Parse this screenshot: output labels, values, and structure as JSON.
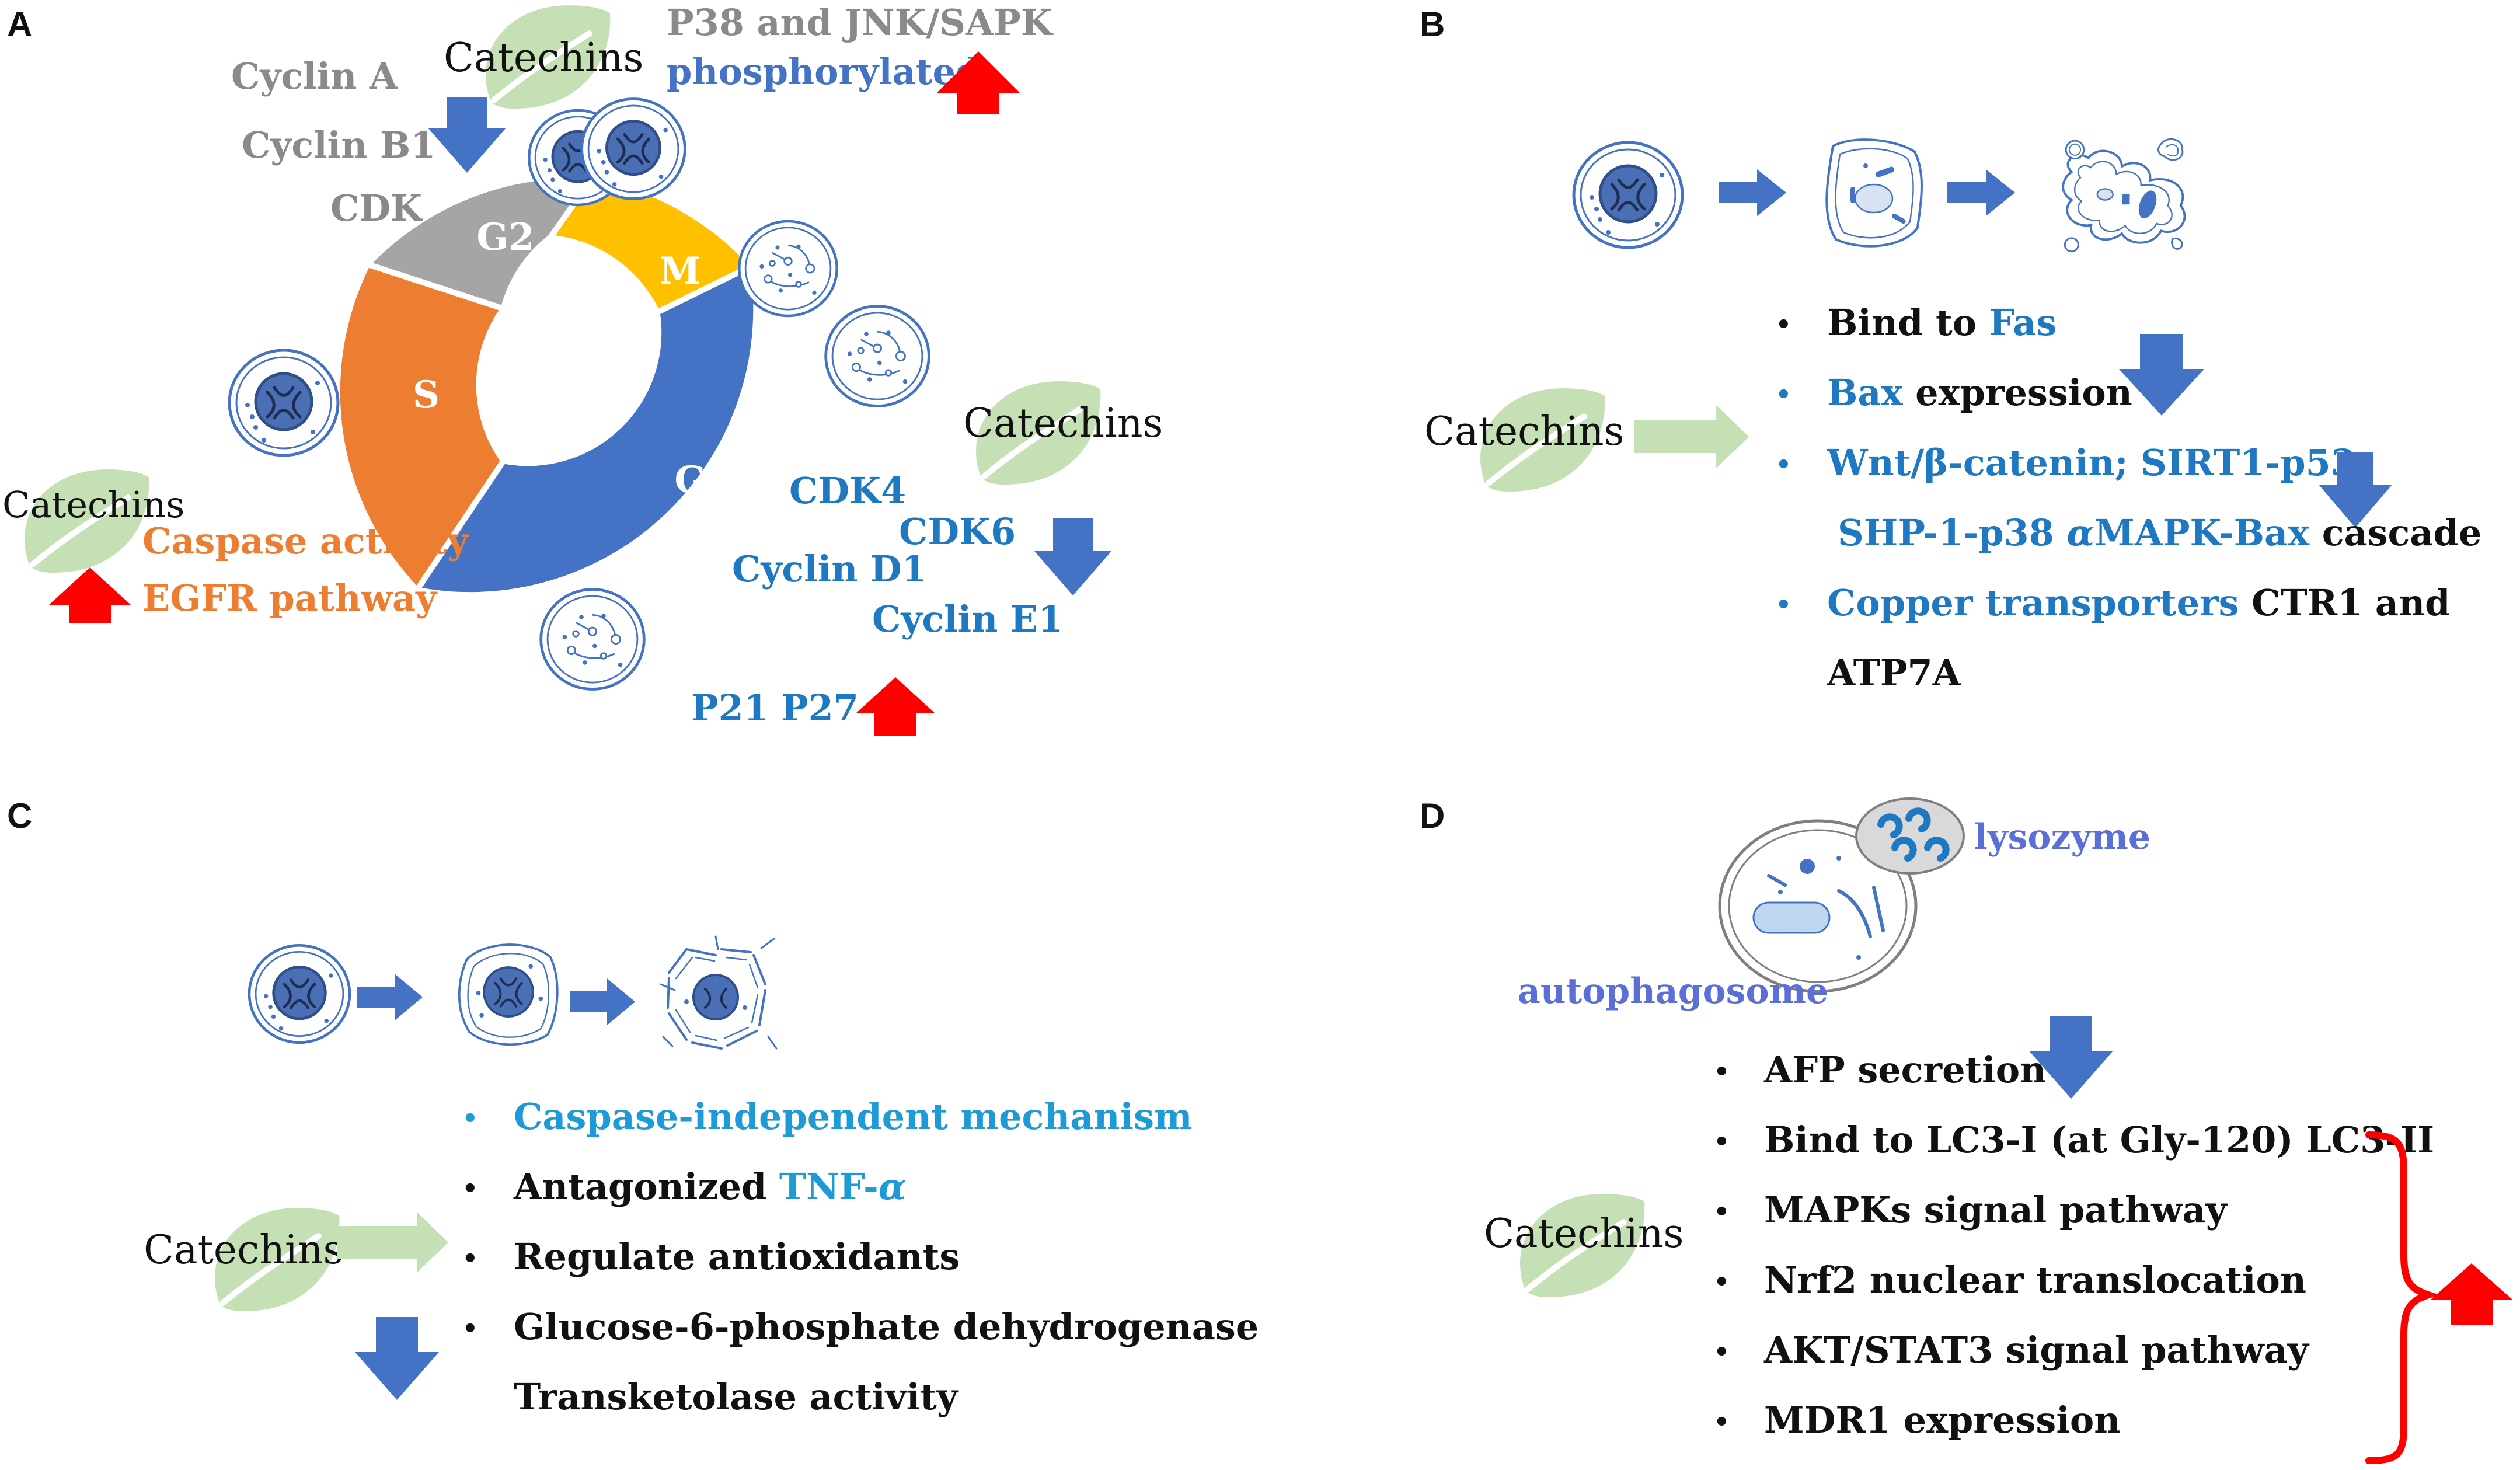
{
  "colors": {
    "blue_text": "#1e78c2",
    "violet_text": "#5b6fd6",
    "dark_text": "#111111",
    "gray_text": "#8a8a8a",
    "orange_text": "#ed7d31",
    "ring_g1": "#4472c4",
    "ring_s": "#ed7d31",
    "ring_g2": "#a5a5a5",
    "ring_m": "#ffc000",
    "arrow_down": "#4472c4",
    "arrow_up": "#ff0000",
    "arrow_right_green": "#c5e0b4",
    "leaf": "#c5e0b4"
  },
  "icons": {
    "leaf": "leaf-icon",
    "cell": "cell-icon",
    "arrow_down": "blue-down-arrow-icon",
    "arrow_up": "red-up-arrow-icon",
    "arrow_right": "blue-right-arrow-icon"
  },
  "panel_a": {
    "label": "A",
    "catechins_top": "Catechins",
    "catechins_right": "Catechins",
    "catechins_left": "Catechins",
    "g2_down_items": [
      "Cyclin  A",
      "Cyclin  B1",
      "CDK"
    ],
    "p38_line1": "P38 and JNK/SAPK",
    "p38_line2": "phosphorylated",
    "phases": {
      "g1": "G1",
      "s": "S",
      "g2": "G2",
      "m": "M"
    },
    "s_up_items": [
      "Caspase activity",
      "EGFR pathway"
    ],
    "g1_down_items": [
      "CDK4",
      "CDK6",
      "Cyclin  D1",
      "Cyclin  E1"
    ],
    "p21": "P21",
    "p27": "P27"
  },
  "panel_b": {
    "label": "B",
    "catechins": "Catechins",
    "bullet1_a": "Bind to ",
    "bullet1_b": "Fas",
    "bullet2_a": "Bax",
    "bullet2_b": " expression",
    "bullet3": "Wnt/β-catenin; SIRT1-p53;",
    "bullet3_cont_a": "SHP-1-p38 ",
    "bullet3_cont_alpha": "α",
    "bullet3_cont_b": "MAPK-Bax",
    "bullet3_cont_c": " cascade",
    "bullet4_a": "Copper transporters",
    "bullet4_b": " CTR1 and",
    "bullet4_cont": "ATP7A"
  },
  "panel_c": {
    "label": "C",
    "catechins": "Catechins",
    "bullet1": "Caspase-independent mechanism",
    "bullet2_a": "Antagonized ",
    "bullet2_b": "TNF-",
    "bullet2_alpha": "α",
    "bullet3": "Regulate antioxidants",
    "bullet4": "Glucose-6-phosphate dehydrogenase",
    "bullet4_cont": "Transketolase activity"
  },
  "panel_d": {
    "label": "D",
    "lysozyme": "lysozyme",
    "autophagosome": "autophagosome",
    "catechins": "Catechins",
    "bullet_down": "AFP secretion",
    "bullets_up": [
      "Bind to LC3-I (at Gly-120)  LC3-II",
      "MAPKs signal pathway",
      "Nrf2 nuclear translocation",
      "AKT/STAT3 signal pathway",
      "MDR1 expression"
    ]
  }
}
